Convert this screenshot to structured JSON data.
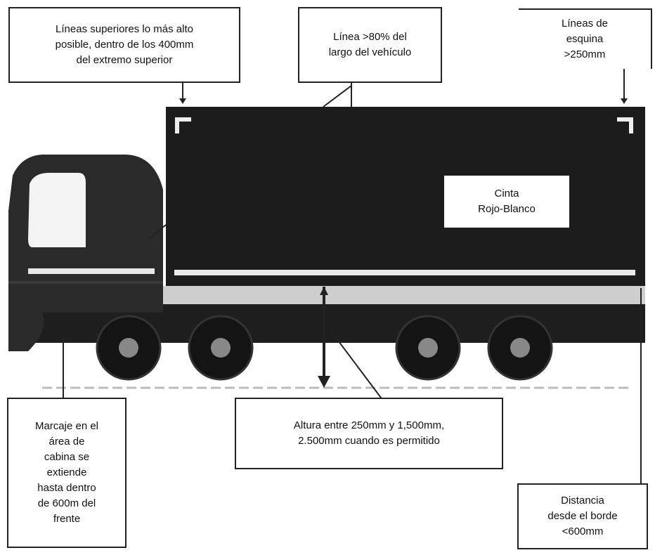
{
  "labels": {
    "top_lines": "Líneas superiores lo más alto\nposible, dentro de los 400mm\ndel extremo superior",
    "line_80": "Línea >80% del\nlargo del vehículo",
    "corner_lines": "Líneas de\nesquina\n>250mm",
    "tape": "Cinta\nRojo-Blanco",
    "cabin_marking": "Marcaje en el\nárea de\ncabina se\nextiende\nhasta dentro\nde 600m del\nfrente",
    "height": "Altura entre 250mm y 1,500mm,\n2.500mm cuando es permitido",
    "edge_distance": "Distancia\ndesde el borde\n<600mm"
  },
  "colors": {
    "body": "#1c1c1c",
    "tape": "#e8e8e8",
    "cab": "#2a2a2a"
  },
  "icons": [
    "truck-illustration",
    "arrow-down-icon",
    "corner-marking-icon"
  ]
}
